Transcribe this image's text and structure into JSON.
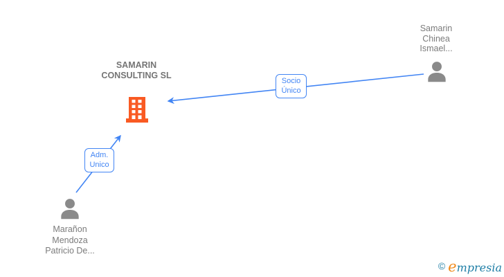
{
  "diagram": {
    "company": {
      "name": "SAMARIN CONSULTING SL",
      "icon": "building-icon"
    },
    "persons": [
      {
        "name": "Samarin Chinea Ismael...",
        "icon": "person-icon"
      },
      {
        "name": "Marañon Mendoza Patricio De...",
        "icon": "person-icon"
      }
    ],
    "edges": [
      {
        "label": "Socio Único",
        "from": "Samarin Chinea Ismael...",
        "to": "SAMARIN CONSULTING SL"
      },
      {
        "label": "Adm. Unico",
        "from": "Marañon Mendoza Patricio De...",
        "to": "SAMARIN CONSULTING SL"
      }
    ],
    "colors": {
      "edge_blue": "#4285f4",
      "label_text_gray": "#7b7b7b",
      "company_text_gray": "#757575",
      "person_icon_gray": "#8a8a8a",
      "building_orange": "#f95a23",
      "background": "#ffffff"
    }
  },
  "watermark": {
    "copyright": "©",
    "brand_initial": "e",
    "brand_rest": "mpresia",
    "color_teal": "#1e7ea6",
    "color_orange": "#ef8a1b"
  }
}
